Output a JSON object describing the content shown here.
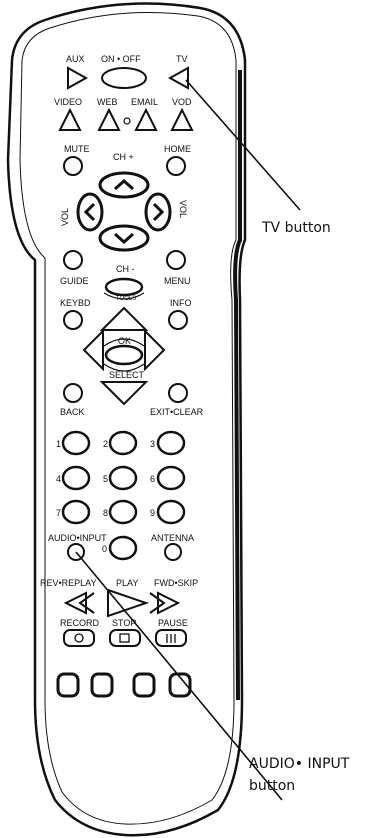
{
  "labels": {
    "aux": "AUX",
    "on_off": "ON • OFF",
    "tv": "TV",
    "video": "VIDEO",
    "web": "WEB",
    "email": "EMAIL",
    "vod": "VOD",
    "mute": "MUTE",
    "ch_plus": "CH +",
    "home": "HOME",
    "vol_left": "VOL",
    "vol_right": "VOL",
    "guide": "GUIDE",
    "ch_minus": "CH -",
    "menu": "MENU",
    "tools": "TOOLS",
    "keybd": "KEYBD",
    "info": "INFO",
    "ok": "OK",
    "select": "SELECT",
    "back": "BACK",
    "exit_clear": "EXIT•CLEAR",
    "digits": [
      "1",
      "2",
      "3",
      "4",
      "5",
      "6",
      "7",
      "8",
      "9",
      "0"
    ],
    "audio_input": "AUDIO•INPUT",
    "antenna": "ANTENNA",
    "rev_replay": "REV•REPLAY",
    "play": "PLAY",
    "fwd_skip": "FWD•SKIP",
    "record": "RECORD",
    "stop": "STOP",
    "pause": "PAUSE"
  },
  "callouts": {
    "tv_button": "TV button",
    "audio_input_line1": "AUDIO• INPUT",
    "audio_input_line2": "button"
  }
}
